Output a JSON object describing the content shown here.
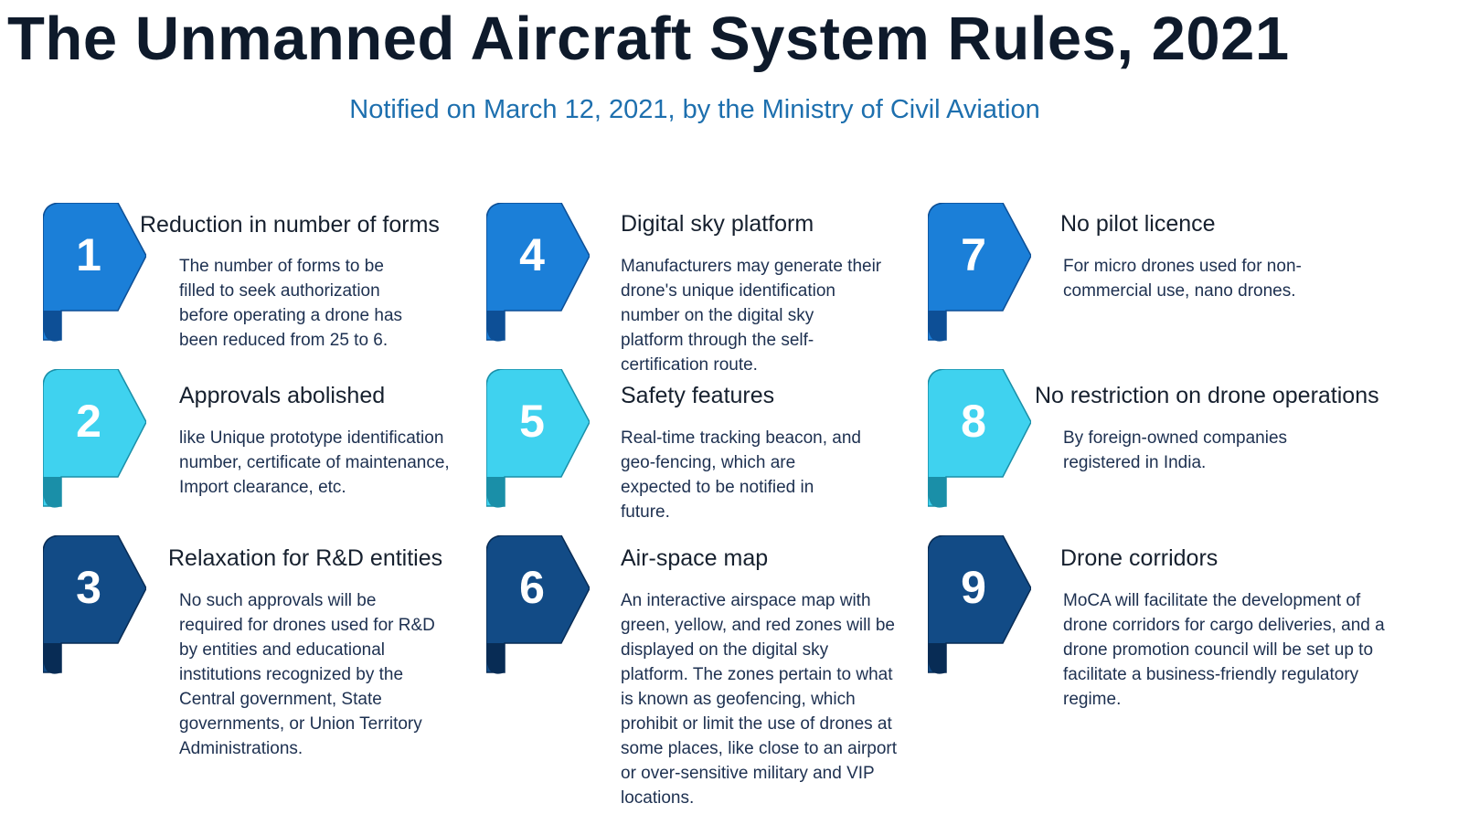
{
  "header": {
    "title": "The Unmanned Aircraft System Rules, 2021",
    "subtitle": "Notified on March 12, 2021, by the Ministry of Civil Aviation"
  },
  "colors": {
    "blue": "#1b7fd8",
    "cyan": "#3fd2ef",
    "navy": "#124b86"
  },
  "items": [
    {
      "number": "1",
      "title": "Reduction in number of forms",
      "body": "The number of forms to be\nfilled to seek authorization\nbefore operating a drone has\nbeen reduced from 25 to 6."
    },
    {
      "number": "2",
      "title": "Approvals abolished",
      "body": "like Unique prototype identification\nnumber, certificate of maintenance,\nImport clearance, etc."
    },
    {
      "number": "3",
      "title": "Relaxation for R&D entities",
      "body": "No such approvals will be\nrequired for drones used for R&D\nby entities and educational\ninstitutions recognized by the\nCentral government, State\ngovernments, or Union Territory\nAdministrations."
    },
    {
      "number": "4",
      "title": "Digital sky platform",
      "body": "Manufacturers may generate their\ndrone's unique identification\nnumber on the digital sky\nplatform through the self-\ncertification route."
    },
    {
      "number": "5",
      "title": "Safety features",
      "body": "Real-time tracking beacon, and\ngeo-fencing, which are\nexpected to be notified in\nfuture."
    },
    {
      "number": "6",
      "title": "Air-space map",
      "body": "An interactive airspace map with\ngreen, yellow, and red zones will be\ndisplayed on the digital sky\nplatform. The zones pertain to what\nis known as geofencing, which\nprohibit or limit the use of drones at\nsome places, like close to an airport\nor over-sensitive military and VIP\nlocations."
    },
    {
      "number": "7",
      "title": "No pilot licence",
      "body": "For micro drones used for non-\ncommercial use, nano drones."
    },
    {
      "number": "8",
      "title": "No restriction on drone operations",
      "body": "By foreign-owned companies\nregistered in India."
    },
    {
      "number": "9",
      "title": "Drone corridors",
      "body": "MoCA will facilitate the development of\ndrone corridors for cargo deliveries, and a\ndrone promotion council will be set up to\nfacilitate a business-friendly regulatory\nregime."
    }
  ]
}
